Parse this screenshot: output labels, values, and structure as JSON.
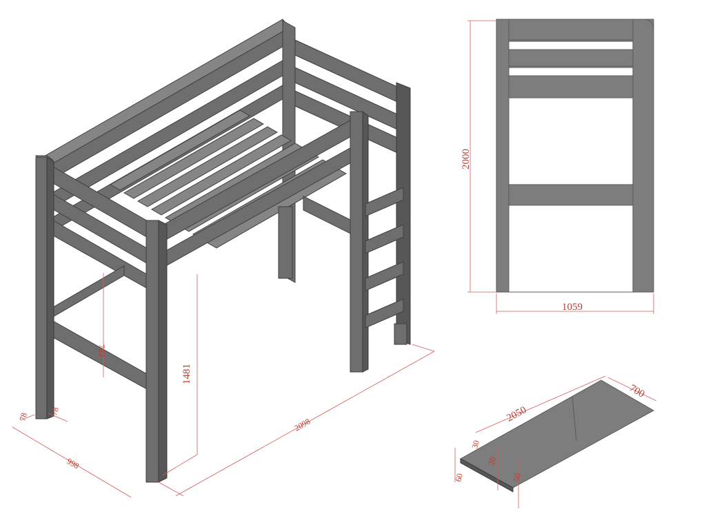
{
  "iso_view": {
    "labels": {
      "leg_width": "78",
      "leg_depth": "78",
      "rail_height": "722",
      "under_height": "1481",
      "length": "2098",
      "width": "998"
    }
  },
  "front_view": {
    "labels": {
      "height": "2000",
      "width": "1059"
    }
  },
  "board_view": {
    "labels": {
      "length": "2050",
      "width": "700",
      "top_notch": "30",
      "side_offset": "20",
      "thickness": "60",
      "edge": "50"
    }
  },
  "colors": {
    "wood": "#6e6e6e",
    "dimension": "#c0392b"
  }
}
